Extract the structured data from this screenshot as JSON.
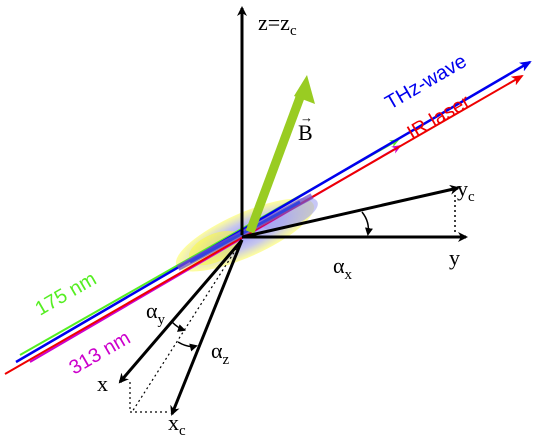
{
  "labels": {
    "z_axis": "z=z",
    "z_axis_sub": "c",
    "b_field": "B",
    "b_field_vec": "→",
    "thz_wave": "THz-wave",
    "ir_laser": "IR laser",
    "yc_axis": "y",
    "yc_axis_sub": "c",
    "y_axis": "y",
    "alpha_x": "α",
    "alpha_x_sub": "x",
    "alpha_y": "α",
    "alpha_y_sub": "y",
    "alpha_z": "α",
    "alpha_z_sub": "z",
    "x_axis": "x",
    "xc_axis": "x",
    "xc_axis_sub": "c",
    "beam_175": "175 nm",
    "beam_313": "313 nm"
  },
  "colors": {
    "thz": "#0000ee",
    "ir": "#ee0000",
    "uv175": "#55ee22",
    "uv313": "#cc00cc",
    "b_field": "#99cc22",
    "axes": "#000000"
  }
}
